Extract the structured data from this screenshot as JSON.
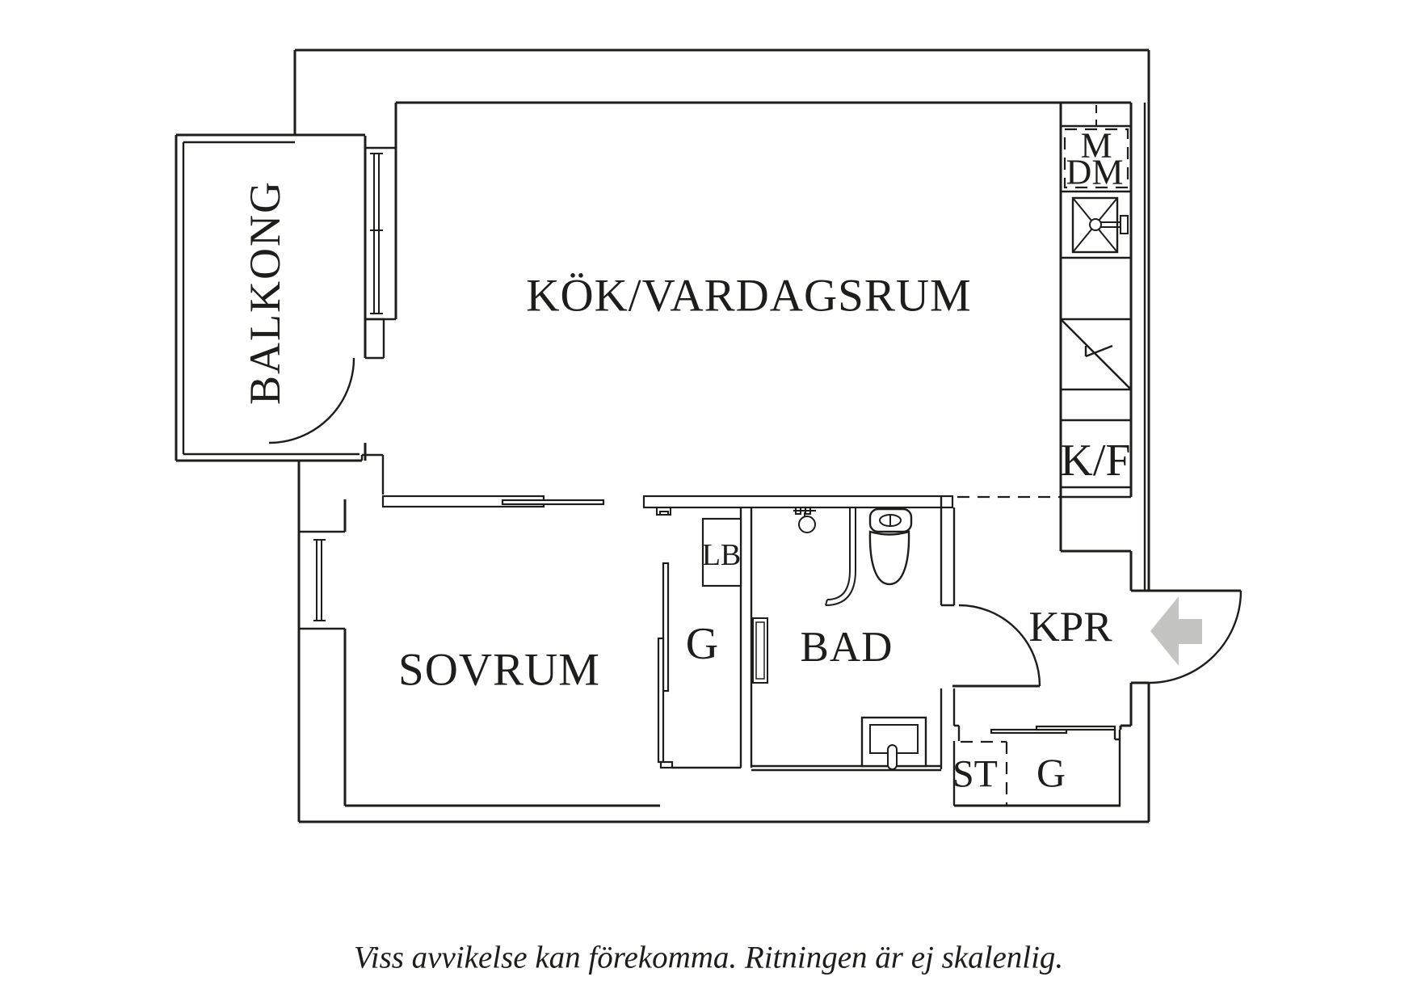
{
  "floorplan": {
    "rooms": {
      "balcony": "BALKONG",
      "kitchen_livingroom": "KÖK/VARDAGSRUM",
      "bedroom": "SOVRUM",
      "bathroom": "BAD",
      "hall": "KPR"
    },
    "closets": {
      "wardrobe_mid": "G",
      "linen_cabinet": "LB",
      "cleaning_closet": "ST",
      "wardrobe_hall": "G"
    },
    "appliances": {
      "washing_machine": "M",
      "dishwasher": "DM",
      "fridge_freezer": "K/F"
    },
    "caption": "Viss avvikelse kan förekomma. Ritningen är ej skalenlig.",
    "colors": {
      "line": "#1d1d1b",
      "entry_arrow": "#c4c4c2",
      "background": "#ffffff"
    }
  }
}
